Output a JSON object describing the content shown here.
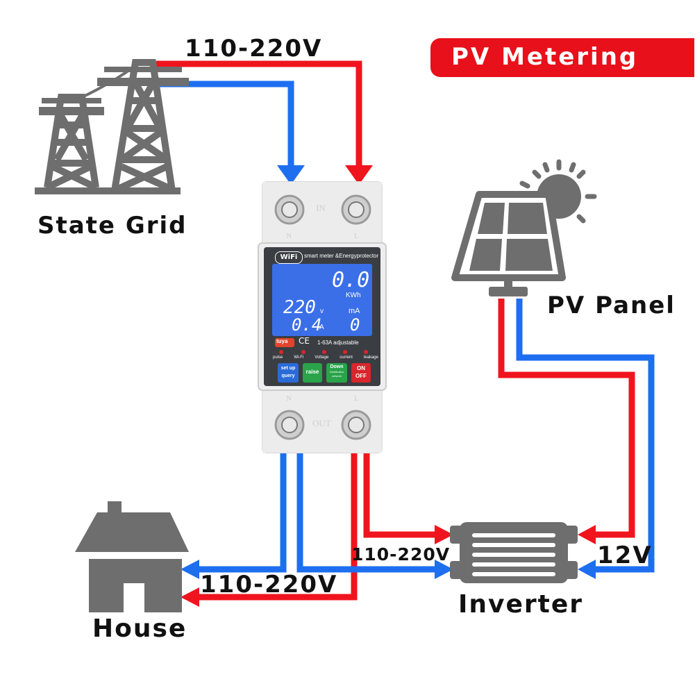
{
  "title": "PV Metering",
  "labels": {
    "state_grid": "State Grid",
    "pv_panel": "PV Panel",
    "house": "House",
    "inverter": "Inverter",
    "voltage_top": "110-220V",
    "voltage_house": "110-220V",
    "voltage_inverter": "110-220V",
    "voltage_dc": "12V"
  },
  "meter": {
    "wifi_badge": "WiFi",
    "header": "smart meter &Energyprotector",
    "energy_value": "0.0",
    "energy_unit": "KWh",
    "voltage_value": "220",
    "voltage_unit": "v",
    "current_value": "0.4",
    "current_unit": "A",
    "leak_unit": "mA",
    "leak_value": "0",
    "brand": "tuya",
    "ce": "CE",
    "rating": "1-63A adjustable",
    "indicators": [
      "pulse",
      "Wi-Fi",
      "Voltage",
      "current",
      "leakage"
    ],
    "btn_setup_1": "set up",
    "btn_setup_2": "query",
    "btn_raise": "raise",
    "btn_down_1": "Down",
    "btn_down_2": "Distribution network",
    "btn_on": "ON",
    "btn_off": "OFF",
    "terminal_in": "IN",
    "terminal_out": "OUT",
    "n_label": "N",
    "l_label": "L"
  },
  "colors": {
    "live": "#f0141e",
    "neutral": "#1e6ef0",
    "icon_gray": "#6e6e6e",
    "banner": "#e8101a"
  }
}
